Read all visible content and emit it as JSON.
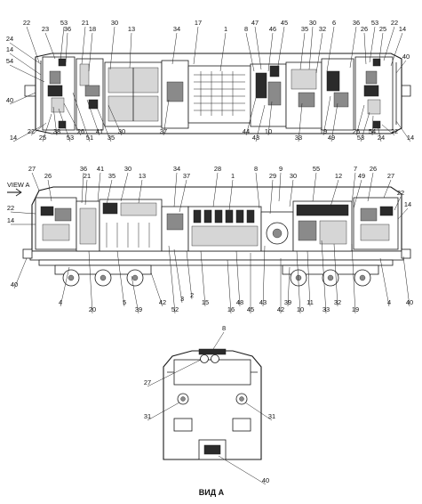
{
  "view_a_arrow_label": "VIEW A",
  "view_a_caption": "ВИД А",
  "top_view_labels": [
    {
      "t": "22"
    },
    {
      "t": "23"
    },
    {
      "t": "53"
    },
    {
      "t": "36"
    },
    {
      "t": "21"
    },
    {
      "t": "18"
    },
    {
      "t": "30"
    },
    {
      "t": "13"
    },
    {
      "t": "34"
    },
    {
      "t": "17"
    },
    {
      "t": "1"
    },
    {
      "t": "8"
    },
    {
      "t": "47"
    },
    {
      "t": "46"
    },
    {
      "t": "45"
    },
    {
      "t": "35"
    },
    {
      "t": "30"
    },
    {
      "t": "32"
    },
    {
      "t": "6"
    },
    {
      "t": "36"
    },
    {
      "t": "53"
    },
    {
      "t": "26"
    },
    {
      "t": "25"
    },
    {
      "t": "22"
    },
    {
      "t": "14"
    },
    {
      "t": "24"
    },
    {
      "t": "14"
    },
    {
      "t": "54"
    },
    {
      "t": "40"
    },
    {
      "t": "40"
    },
    {
      "t": "14"
    },
    {
      "t": "22"
    },
    {
      "t": "25"
    },
    {
      "t": "38"
    },
    {
      "t": "53"
    },
    {
      "t": "26"
    },
    {
      "t": "51"
    },
    {
      "t": "41"
    },
    {
      "t": "35"
    },
    {
      "t": "30"
    },
    {
      "t": "37"
    },
    {
      "t": "44"
    },
    {
      "t": "43"
    },
    {
      "t": "10"
    },
    {
      "t": "33"
    },
    {
      "t": "19"
    },
    {
      "t": "49"
    },
    {
      "t": "26"
    },
    {
      "t": "53"
    },
    {
      "t": "54"
    },
    {
      "t": "24"
    },
    {
      "t": "22"
    },
    {
      "t": "14"
    }
  ],
  "side_view_labels": [
    {
      "t": "27"
    },
    {
      "t": "36"
    },
    {
      "t": "41"
    },
    {
      "t": "30"
    },
    {
      "t": "34"
    },
    {
      "t": "28"
    },
    {
      "t": "8"
    },
    {
      "t": "9"
    },
    {
      "t": "55"
    },
    {
      "t": "7"
    },
    {
      "t": "26"
    },
    {
      "t": "27"
    },
    {
      "t": "26"
    },
    {
      "t": "21"
    },
    {
      "t": "35"
    },
    {
      "t": "13"
    },
    {
      "t": "37"
    },
    {
      "t": "1"
    },
    {
      "t": "29"
    },
    {
      "t": "12"
    },
    {
      "t": "49"
    },
    {
      "t": "22"
    },
    {
      "t": "14"
    },
    {
      "t": "22"
    },
    {
      "t": "14"
    },
    {
      "t": "40"
    },
    {
      "t": "4"
    },
    {
      "t": "20"
    },
    {
      "t": "5"
    },
    {
      "t": "39"
    },
    {
      "t": "42"
    },
    {
      "t": "52"
    },
    {
      "t": "3"
    },
    {
      "t": "2"
    },
    {
      "t": "15"
    },
    {
      "t": "16"
    },
    {
      "t": "48"
    },
    {
      "t": "45"
    },
    {
      "t": "43"
    },
    {
      "t": "42"
    },
    {
      "t": "39"
    },
    {
      "t": "10"
    },
    {
      "t": "11"
    },
    {
      "t": "33"
    },
    {
      "t": "32"
    },
    {
      "t": "19"
    },
    {
      "t": "4"
    },
    {
      "t": "40"
    },
    {
      "t": "30"
    }
  ],
  "front_view_labels": [
    {
      "t": "8"
    },
    {
      "t": "27"
    },
    {
      "t": "31"
    },
    {
      "t": "31"
    },
    {
      "t": "40"
    }
  ]
}
